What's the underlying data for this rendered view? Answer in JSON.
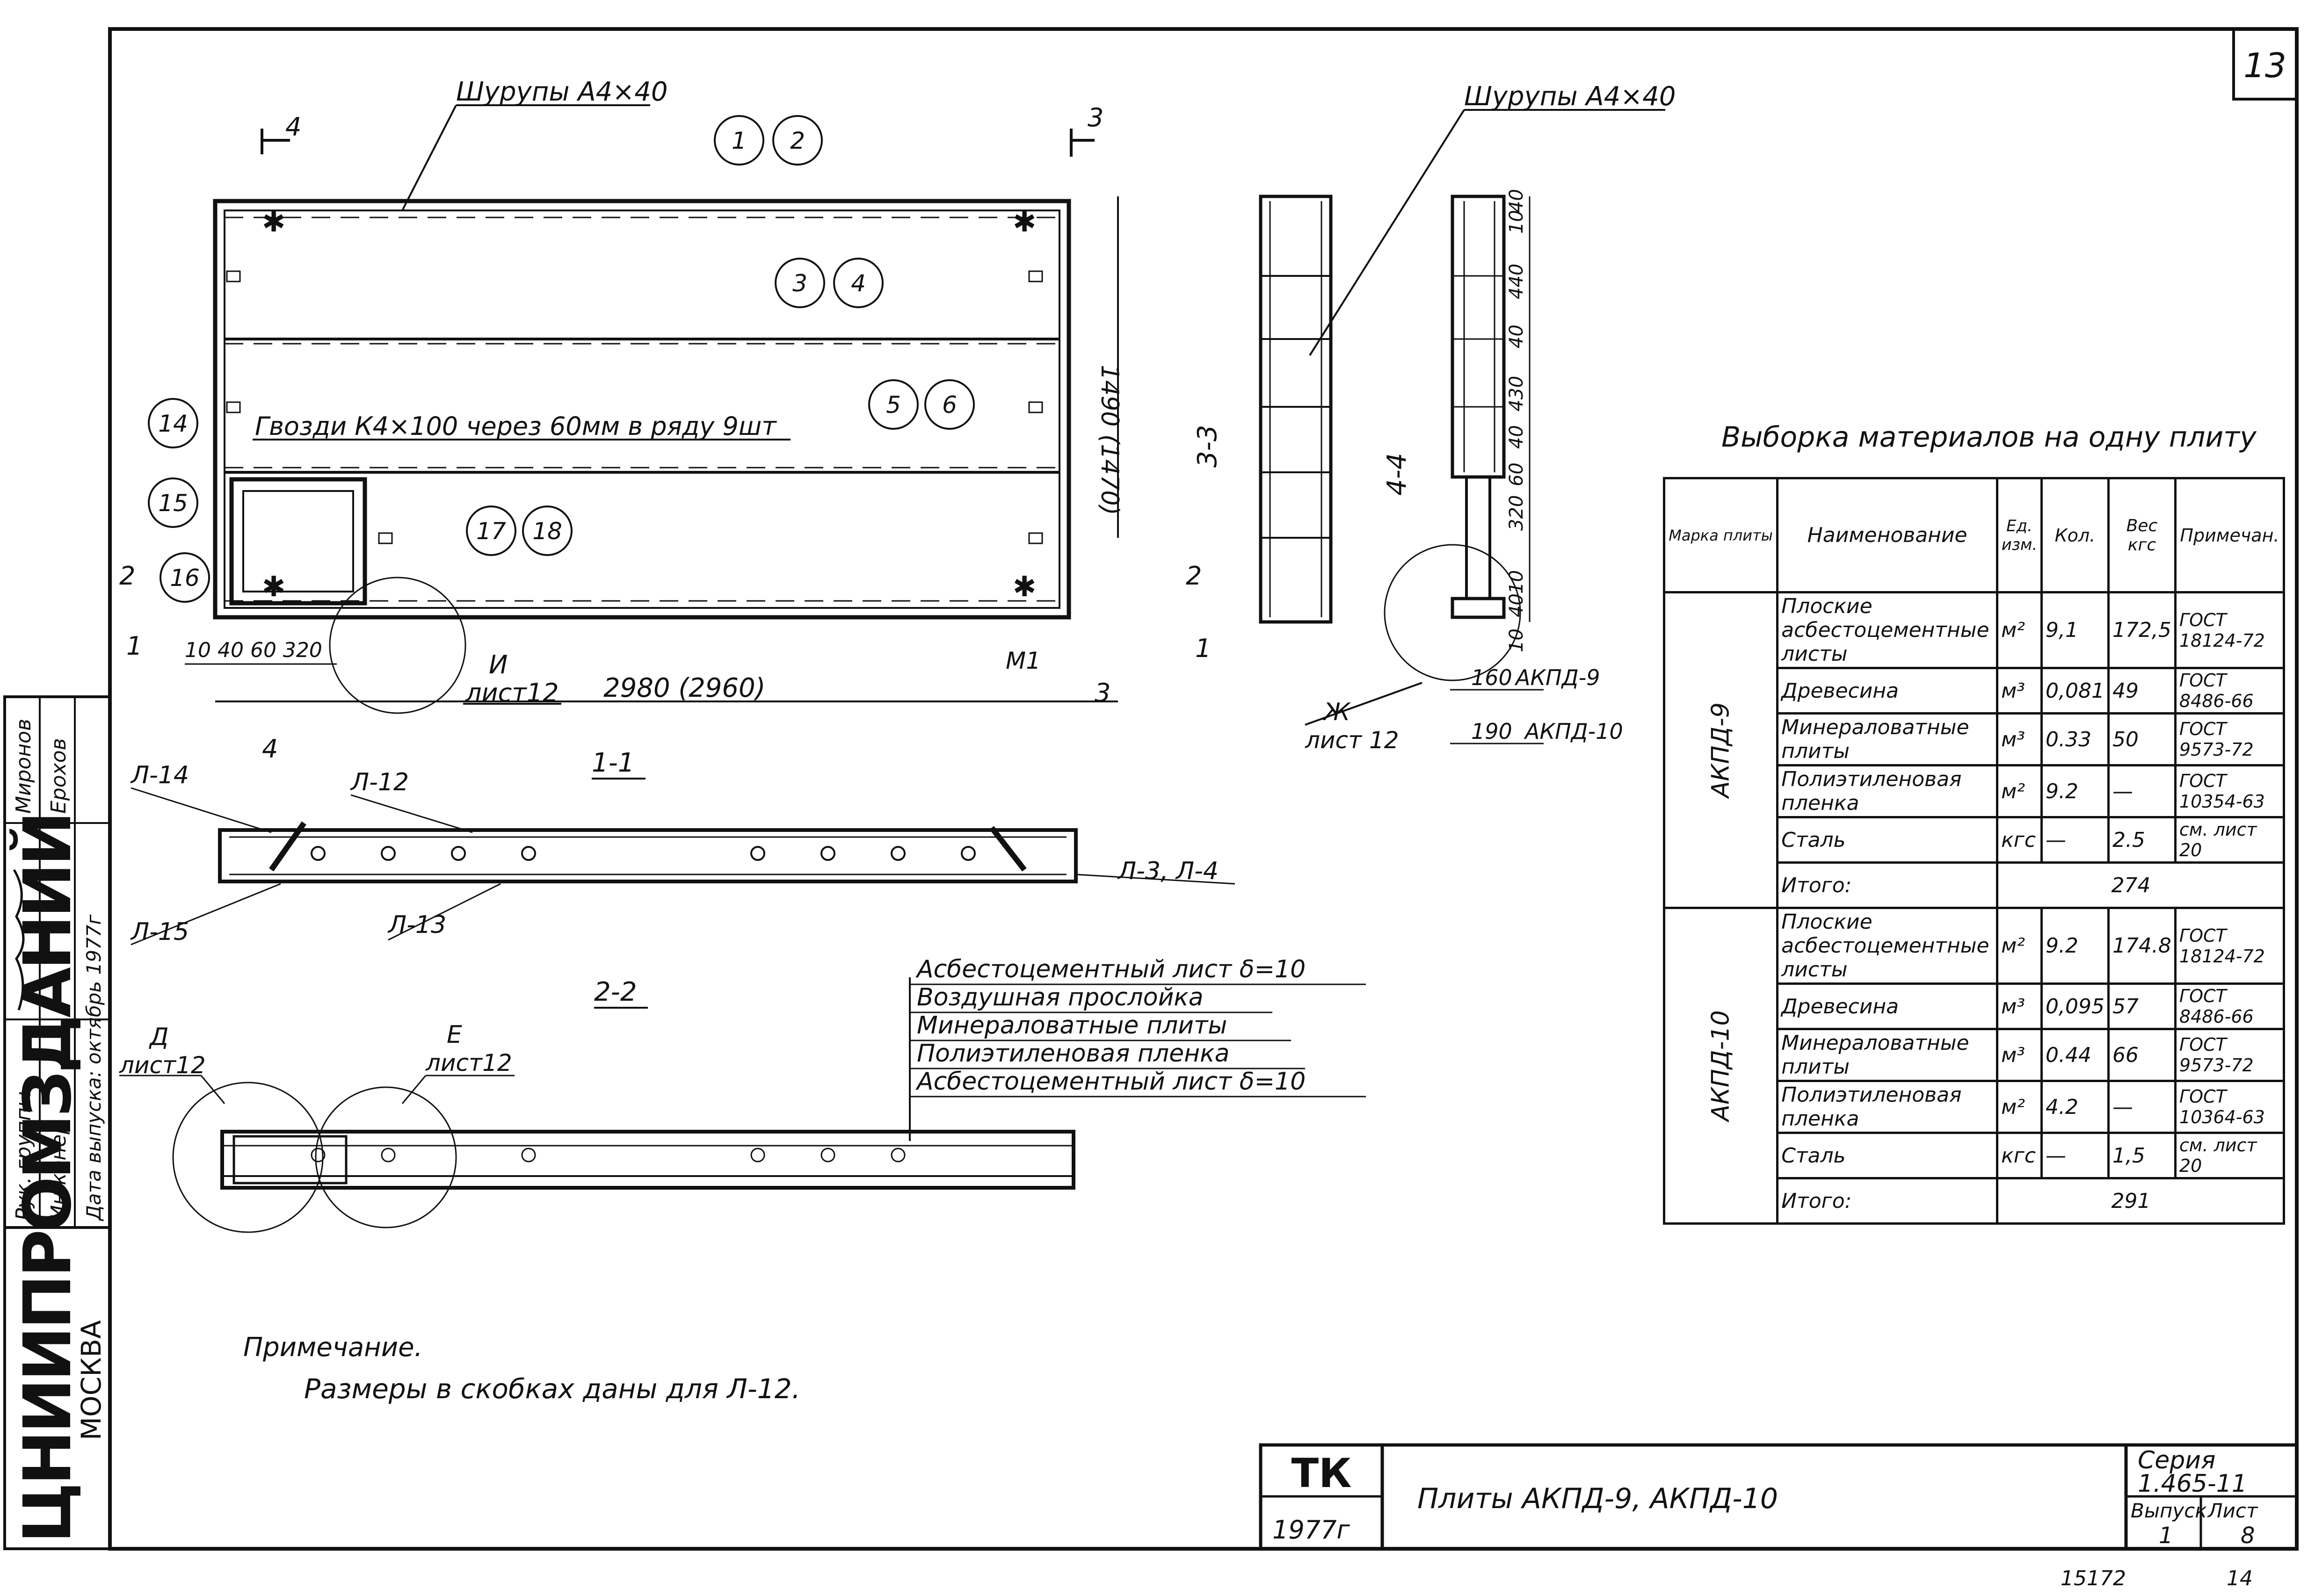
{
  "sheet": {
    "page_number": "13",
    "bottom_ref_left": "15172",
    "bottom_ref_right": "14"
  },
  "plan_view": {
    "screws_label": "Шурупы А4×40",
    "nails_label": "Гвозди К4×100 через 60мм в ряду 9шт",
    "length_dim": "2980 (2960)",
    "width_dim": "1490 (1470)",
    "small_dims": "10 40 60 320",
    "detail_callout": "И",
    "detail_sheet": "лист12",
    "bracket_label": "М1",
    "section_marks": [
      "1",
      "2",
      "3",
      "4"
    ],
    "position_numbers": [
      "1",
      "2",
      "3",
      "4",
      "5",
      "6",
      "14",
      "15",
      "16",
      "17",
      "18"
    ]
  },
  "section_3_3": {
    "label": "3-3",
    "screws_label": "Шурупы А4×40"
  },
  "section_4_4": {
    "label": "4-4",
    "dims": [
      "40",
      "10",
      "440",
      "40",
      "430",
      "40",
      "320",
      "60",
      "10",
      "40",
      "10"
    ],
    "dim_akpd9": "160",
    "label_akpd9": "АКПД-9",
    "dim_akpd10": "190",
    "label_akpd10": "АКПД-10",
    "detail_callout": "Ж",
    "detail_sheet": "лист 12"
  },
  "section_1_1": {
    "label": "1-1",
    "parts": [
      "Л-14",
      "Л-12",
      "Л-15",
      "Л-13",
      "Л-3, Л-4"
    ]
  },
  "section_2_2": {
    "label": "2-2",
    "callout_d": "Д",
    "callout_d_sheet": "лист12",
    "callout_e": "Е",
    "callout_e_sheet": "лист12",
    "layers": [
      "Асбестоцементный лист δ=10",
      "Воздушная прослойка",
      "Минераловатные плиты",
      "Полиэтиленовая пленка",
      "Асбестоцементный лист δ=10"
    ]
  },
  "materials_table": {
    "title": "Выборка материалов на одну плиту",
    "headers": [
      "Марка плиты",
      "Наименование",
      "Ед. изм.",
      "Кол.",
      "Вес кгс",
      "Примечан."
    ],
    "groups": [
      {
        "mark": "АКПД-9",
        "rows": [
          [
            "Плоские асбестоцементные листы",
            "м²",
            "9,1",
            "172,5",
            "ГОСТ 18124-72"
          ],
          [
            "Древесина",
            "м³",
            "0,081",
            "49",
            "ГОСТ 8486-66"
          ],
          [
            "Минераловатные плиты",
            "м³",
            "0.33",
            "50",
            "ГОСТ 9573-72"
          ],
          [
            "Полиэтиленовая пленка",
            "м²",
            "9.2",
            "—",
            "ГОСТ 10354-63"
          ],
          [
            "Сталь",
            "кгс",
            "—",
            "2.5",
            "см. лист 20"
          ]
        ],
        "total_label": "Итого:",
        "total": "274"
      },
      {
        "mark": "АКПД-10",
        "rows": [
          [
            "Плоские асбестоцементные листы",
            "м²",
            "9.2",
            "174.8",
            "ГОСТ 18124-72"
          ],
          [
            "Древесина",
            "м³",
            "0,095",
            "57",
            "ГОСТ 8486-66"
          ],
          [
            "Минераловатные плиты",
            "м³",
            "0.44",
            "66",
            "ГОСТ 9573-72"
          ],
          [
            "Полиэтиленовая пленка",
            "м²",
            "4.2",
            "—",
            "ГОСТ 10364-63"
          ],
          [
            "Сталь",
            "кгс",
            "—",
            "1,5",
            "см. лист 20"
          ]
        ],
        "total_label": "Итого:",
        "total": "291"
      }
    ]
  },
  "note": {
    "heading": "Примечание.",
    "text": "Размеры в скобках даны для Л-12."
  },
  "title_block": {
    "stamp": "ТК",
    "year": "1977г",
    "title": "Плиты АКПД-9, АКПД-10",
    "series_label": "Серия",
    "series": "1.465-11",
    "issue_label": "Выпуск",
    "issue": "1",
    "sheet_label": "Лист",
    "sheet": "8"
  },
  "side_stamp": {
    "org": "ЦНИИПРОМЗДАНИЙ",
    "city": "МОСКВА",
    "rows": [
      [
        "Рук. группы",
        "",
        "Миронов"
      ],
      [
        "Инженер",
        "",
        "Ерохов"
      ],
      [
        "Дата выпуска: октябрь 1977г",
        "",
        ""
      ]
    ]
  }
}
